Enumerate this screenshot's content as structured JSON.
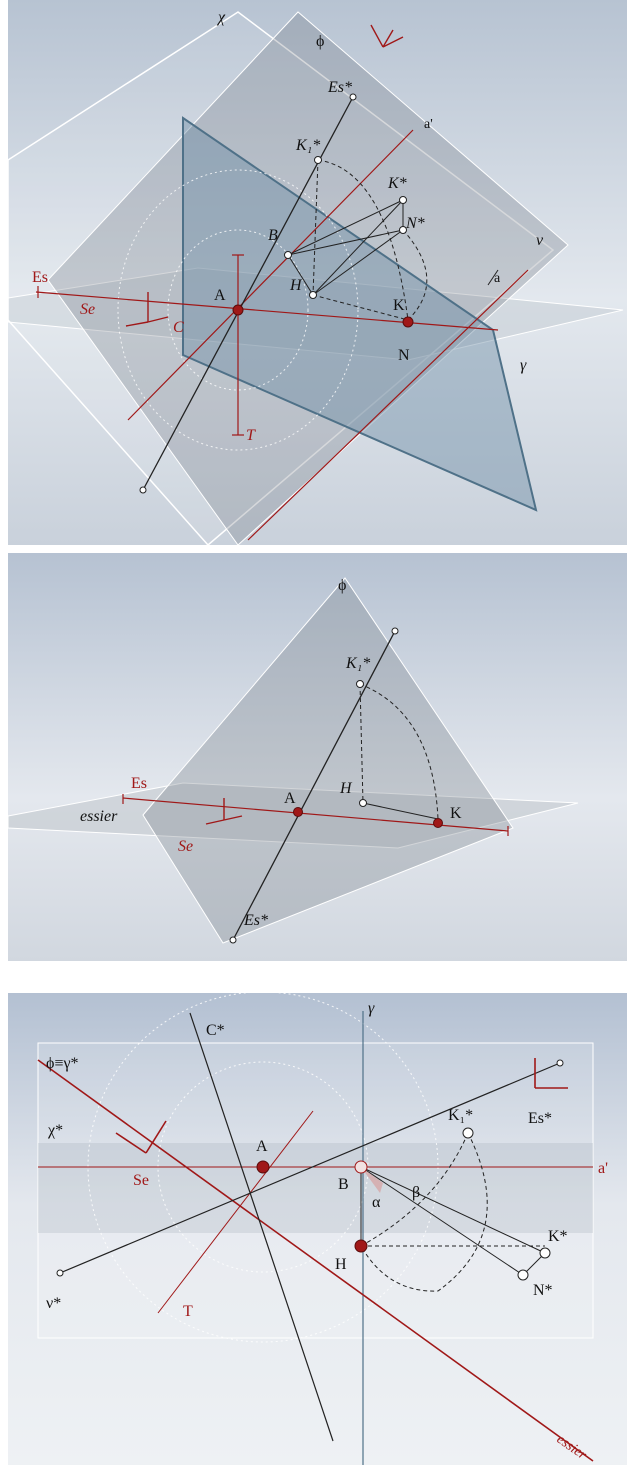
{
  "panel1": {
    "labels": {
      "chi": "χ",
      "phi": "ϕ",
      "es_star": "Es*",
      "a_prime": "a'",
      "k1_star": "K₁*",
      "k_star": "K*",
      "n_star": "N*",
      "nu": "ν",
      "a": "a",
      "b": "B",
      "h": "H",
      "a_point": "A",
      "k": "K",
      "n": "N",
      "gamma": "γ",
      "es": "Es",
      "se": "Se",
      "c": "C",
      "t": "T"
    }
  },
  "panel2": {
    "labels": {
      "phi": "ϕ",
      "k1_star": "K₁*",
      "h": "H",
      "es": "Es",
      "essier": "essier",
      "a_point": "A",
      "k": "K",
      "se": "Se",
      "es_star": "Es*"
    }
  },
  "panel3": {
    "labels": {
      "gamma": "γ",
      "phi_gamma": "ϕ≡γ*",
      "c_star": "C*",
      "chi_star": "χ*",
      "se": "Se",
      "es_star": "Es*",
      "k1_star": "K₁*",
      "a_point": "A",
      "a_prime": "a'",
      "b": "B",
      "alpha": "α",
      "beta": "β",
      "k_star": "K*",
      "h": "H",
      "n_star": "N*",
      "nu_star": "ν*",
      "t": "T",
      "essier": "essier"
    }
  },
  "colors": {
    "red": "#a01818",
    "dark": "#222222",
    "blue_plane": "#7f9bb0"
  }
}
